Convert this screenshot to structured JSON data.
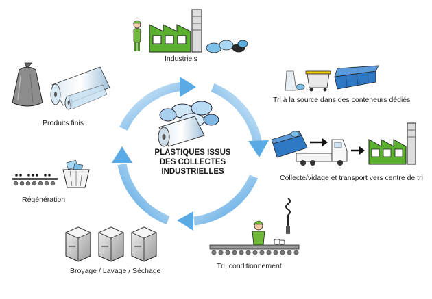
{
  "center": {
    "line1": "PLASTIQUES ISSUS",
    "line2": "DES COLLECTES INDUSTRIELLES"
  },
  "steps": {
    "industriels": "Industriels",
    "tri_source": "Tri à la source dans des conteneurs dédiés",
    "collecte": "Collecte/vidage et transport vers centre de tri",
    "tri_conditionnement": "Tri, conditionnement",
    "broyage": "Broyage / Lavage / Séchage",
    "regeneration": "Régénération",
    "produits_finis": "Produits finis"
  },
  "colors": {
    "factory_green": "#5bb12f",
    "cycle_blue": "#a9d3ef",
    "container_blue": "#2f78c4",
    "container_yellow": "#f2d000",
    "worker_green": "#6fb83a"
  }
}
